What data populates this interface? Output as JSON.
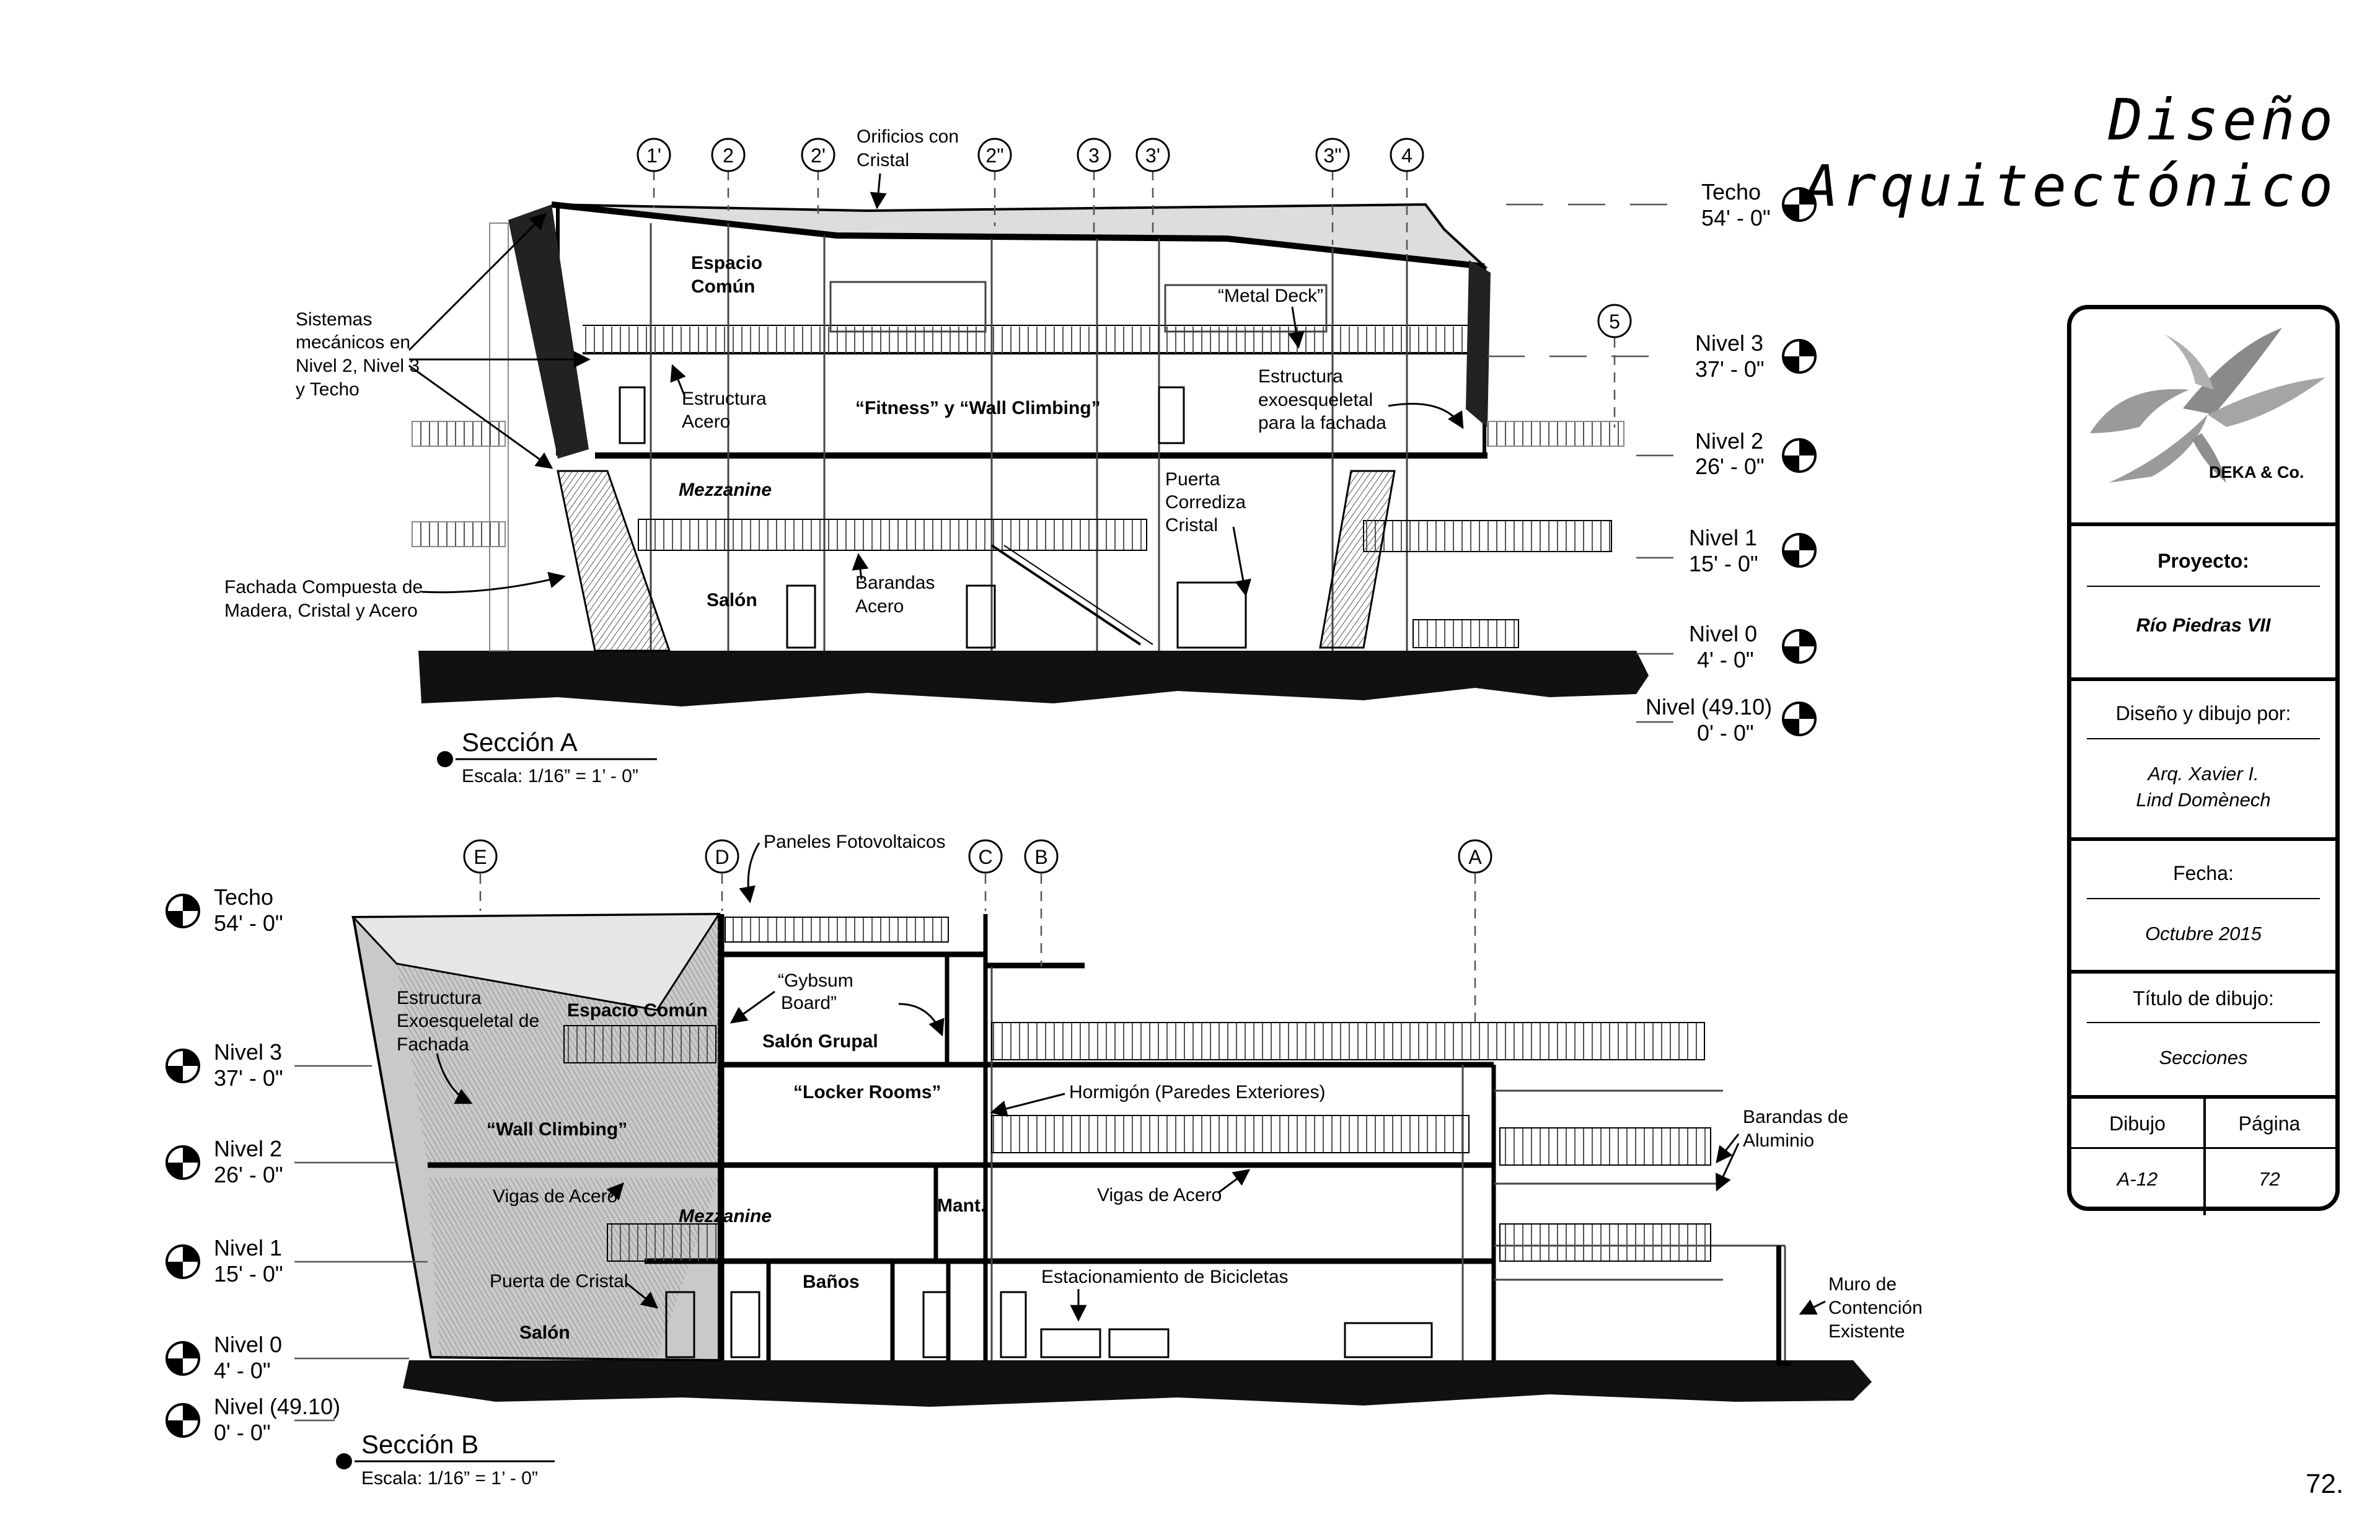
{
  "page": {
    "title": "Diseño Arquitectónico",
    "number": "72."
  },
  "section_a": {
    "title": "Sección A",
    "scale": "Escala: 1/16” = 1’ - 0”",
    "grid": [
      "1'",
      "2",
      "2'",
      "2\"",
      "3",
      "3'",
      "3\"",
      "4",
      "5"
    ],
    "levels": [
      {
        "name": "Techo",
        "elev": "54' - 0\""
      },
      {
        "name": "Nivel 3",
        "elev": "37' - 0\""
      },
      {
        "name": "Nivel 2",
        "elev": "26' - 0\""
      },
      {
        "name": "Nivel 1",
        "elev": "15' - 0\""
      },
      {
        "name": "Nivel 0",
        "elev": "4' - 0\""
      },
      {
        "name": "Nivel (49.10)",
        "elev": "0' - 0\""
      }
    ],
    "notes": {
      "orificios": [
        "Orificios con",
        "Cristal"
      ],
      "sistemas": [
        "Sistemas",
        "mecánicos en",
        "Nivel 2, Nivel 3",
        "y Techo"
      ],
      "fachada": [
        "Fachada Compuesta de",
        "Madera, Cristal y Acero"
      ],
      "espacio": [
        "Espacio",
        "Común"
      ],
      "estructura_acero": [
        "Estructura",
        "Acero"
      ],
      "fitness": "“Fitness” y “Wall Climbing”",
      "metal_deck": "“Metal Deck”",
      "exo": [
        "Estructura",
        "exoesqueletal",
        "para la fachada"
      ],
      "mezzanine": "Mezzanine",
      "puerta": [
        "Puerta",
        "Corrediza",
        "Cristal"
      ],
      "salon": "Salón",
      "barandas": [
        "Barandas",
        "Acero"
      ]
    }
  },
  "section_b": {
    "title": "Sección B",
    "scale": "Escala: 1/16” = 1’ - 0”",
    "grid": [
      "E",
      "D",
      "C",
      "B",
      "A"
    ],
    "levels": [
      {
        "name": "Techo",
        "elev": "54' - 0\""
      },
      {
        "name": "Nivel 3",
        "elev": "37' - 0\""
      },
      {
        "name": "Nivel 2",
        "elev": "26' - 0\""
      },
      {
        "name": "Nivel 1",
        "elev": "15' - 0\""
      },
      {
        "name": "Nivel 0",
        "elev": "4' - 0\""
      },
      {
        "name": "Nivel (49.10)",
        "elev": "0' - 0\""
      }
    ],
    "notes": {
      "paneles": "Paneles Fotovoltaicos",
      "exo": [
        "Estructura",
        "Exoesqueletal de",
        "Fachada"
      ],
      "espacio": "Espacio Común",
      "gybsum": [
        "“Gybsum",
        "Board”"
      ],
      "salon_grupal": "Salón Grupal",
      "locker": "“Locker Rooms”",
      "hormigon": "Hormigón (Paredes Exteriores)",
      "wall_climbing": "“Wall Climbing”",
      "barandas": [
        "Barandas de",
        "Aluminio"
      ],
      "vigas1": "Vigas de Acero",
      "vigas2": "Vigas de Acero",
      "mezzanine": "Mezzanine",
      "mant": "Mant.",
      "puerta": "Puerta de Cristal",
      "banos": "Baños",
      "estacionamiento": "Estacionamiento de Bicicletas",
      "salon": "Salón",
      "muro": [
        "Muro de",
        "Contención",
        "Existente"
      ]
    }
  },
  "title_block": {
    "brand": "DEKA & Co.",
    "proyecto_label": "Proyecto:",
    "proyecto": "Río Piedras VII",
    "diseno_label": "Diseño y dibujo por:",
    "diseno": [
      "Arq. Xavier I.",
      "Lind Domènech"
    ],
    "fecha_label": "Fecha:",
    "fecha": "Octubre 2015",
    "titulo_label": "Título de dibujo:",
    "titulo": "Secciones",
    "dibujo_label": "Dibujo",
    "pagina_label": "Página",
    "dibujo": "A-12",
    "pagina": "72"
  }
}
